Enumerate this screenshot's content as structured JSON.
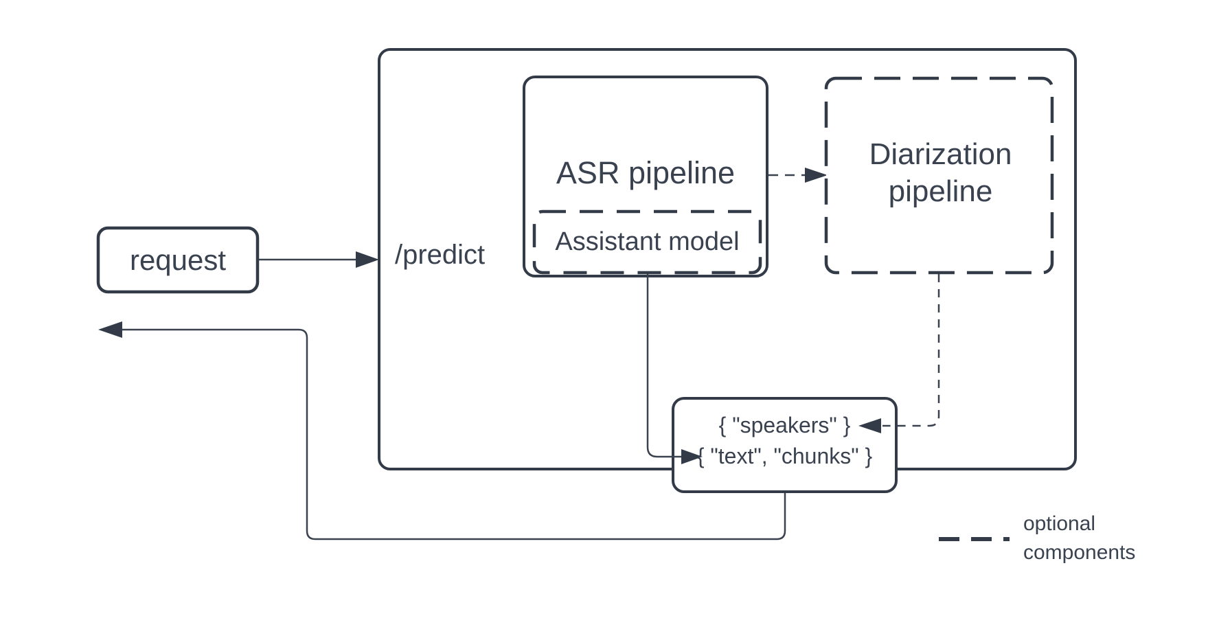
{
  "diagram": {
    "request_label": "request",
    "endpoint_label": "/predict",
    "asr_label": "ASR pipeline",
    "assistant_label": "Assistant model",
    "diarization_label": "Diarization pipeline",
    "output": {
      "speakers_line": "{ \"speakers\" }",
      "text_chunks_line": "{ \"text\", \"chunks\" }"
    },
    "legend_label": "optional components",
    "colors": {
      "stroke": "#333b48",
      "text": "#3a4250",
      "background": "#ffffff"
    }
  }
}
